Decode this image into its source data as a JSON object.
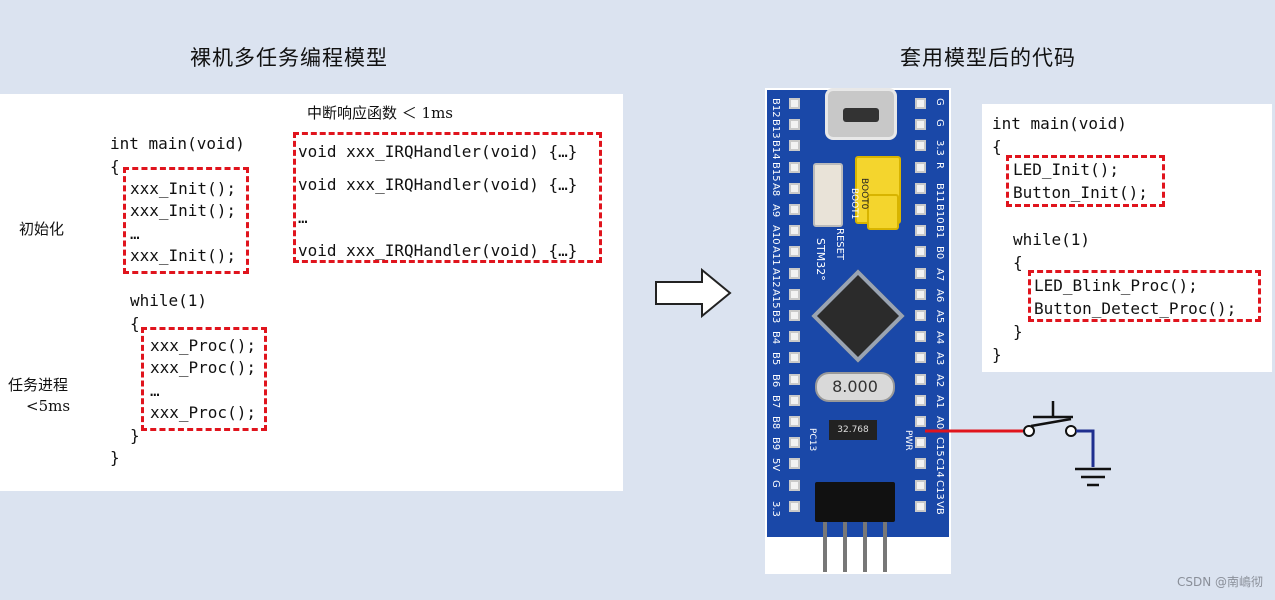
{
  "left": {
    "title": "裸机多任务编程模型",
    "irq_caption": "中断响应函数 ＜ 1ms",
    "label_init": "初始化",
    "label_task_line1": "任务进程",
    "label_task_line2": "<5ms",
    "code": [
      "int main(void)",
      "{",
      "xxx_Init();",
      "xxx_Init();",
      "…",
      "xxx_Init();",
      "while(1)",
      "{",
      "xxx_Proc();",
      "xxx_Proc();",
      "…",
      "xxx_Proc();",
      "}",
      "}"
    ],
    "irq_code": [
      "void xxx_IRQHandler(void) {…}",
      "void xxx_IRQHandler(void) {…}",
      "…",
      "void xxx_IRQHandler(void) {…}"
    ]
  },
  "right": {
    "title": "套用模型后的代码",
    "code": [
      "int main(void)",
      "{",
      "LED_Init();",
      "Button_Init();",
      "while(1)",
      "{",
      "LED_Blink_Proc();",
      "Button_Detect_Proc();",
      "}",
      "}"
    ]
  },
  "board": {
    "left_pins": [
      "B12",
      "B13",
      "B14",
      "B15",
      "A8",
      "A9",
      "A10",
      "A11",
      "A12",
      "A15",
      "B3",
      "B4",
      "B5",
      "B6",
      "B7",
      "B8",
      "B9",
      "5V",
      "G",
      "3.3"
    ],
    "right_pins": [
      "G",
      "G",
      "3.3",
      "R",
      "B11",
      "B10",
      "B1",
      "B0",
      "A7",
      "A6",
      "A5",
      "A4",
      "A3",
      "A2",
      "A1",
      "A0",
      "C15",
      "C14",
      "C13",
      "VB"
    ],
    "crystal_label": "8.000",
    "small_crystal": "32.768",
    "boot_labels": [
      "BOOT0",
      "BOOT1"
    ],
    "reset_label": "RESET",
    "chip_label": "STM32°",
    "pc13_label": "PC13",
    "pwr_label": "PWR"
  },
  "watermark": "CSDN @南嶋彻"
}
